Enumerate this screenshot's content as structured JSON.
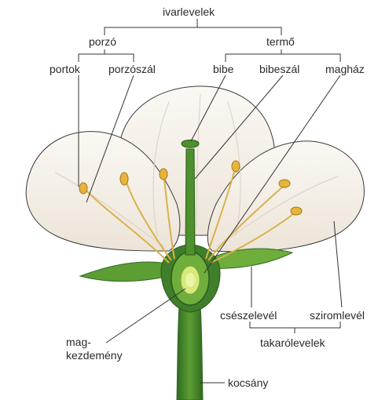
{
  "labels": {
    "ivarlevelek": "ivarlevelek",
    "porzo": "porzó",
    "termo": "termő",
    "portok": "portok",
    "porzoszal": "porzószál",
    "bibe": "bibe",
    "bibeszal": "bibeszál",
    "maghaz": "magház",
    "cseszelevel": "csészelevél",
    "sziromlevel": "sziromlevél",
    "takarolevelek": "takarólevelek",
    "magkezdemeny": "mag-\nkezdemény",
    "kocsany": "kocsány"
  },
  "colors": {
    "petal": "#f6f1ea",
    "petal_edge": "#3a3a3a",
    "green_dark": "#3f7e2a",
    "green_light": "#6fae3c",
    "anther": "#e8b53a",
    "filament": "#d9b24a",
    "ovule": "#d7ea7a",
    "line": "#333333"
  }
}
